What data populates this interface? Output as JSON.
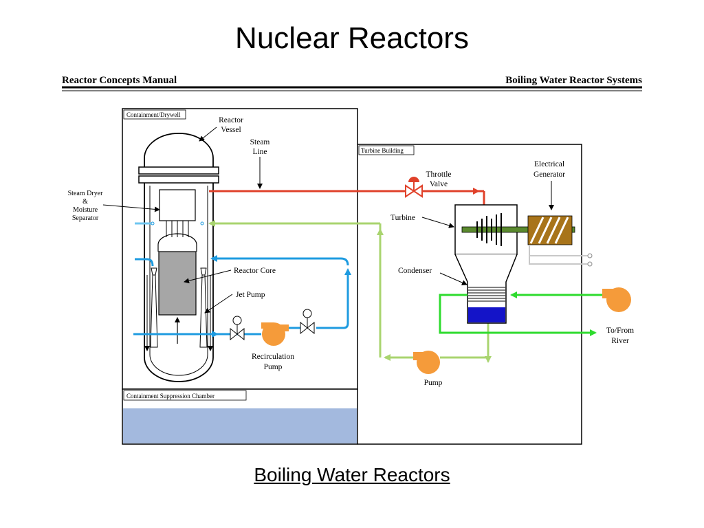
{
  "title": "Nuclear Reactors",
  "subtitle": "Boiling Water Reactors",
  "header": {
    "left": "Reactor Concepts Manual",
    "right": "Boiling Water Reactor Systems"
  },
  "boxes": {
    "drywell": "Containment/Drywell",
    "turbine_building": "Turbine Building",
    "suppression": "Containment Suppression Chamber"
  },
  "labels": {
    "reactor_vessel": [
      "Reactor",
      "Vessel"
    ],
    "steam_line": [
      "Steam",
      "Line"
    ],
    "steam_dryer": [
      "Steam Dryer",
      "&",
      "Moisture",
      "Separator"
    ],
    "reactor_core": "Reactor Core",
    "jet_pump": "Jet Pump",
    "recirculation_pump": [
      "Recirculation",
      "Pump"
    ],
    "throttle_valve": [
      "Throttle",
      "Valve"
    ],
    "electrical_generator": [
      "Electrical",
      "Generator"
    ],
    "turbine": "Turbine",
    "condenser": "Condenser",
    "to_from_river": [
      "To/From",
      "River"
    ],
    "pump": "Pump"
  },
  "colors": {
    "steam": "#e0412a",
    "feedwater": "#a9d46f",
    "recirculation": "#1e9be0",
    "cooling": "#2edb2e",
    "pump": "#f59b3a",
    "suppression_pool": "#a3b9de",
    "condenser_water": "#1414c8",
    "generator": "#a8741a",
    "shaft": "#5a8a2e"
  }
}
